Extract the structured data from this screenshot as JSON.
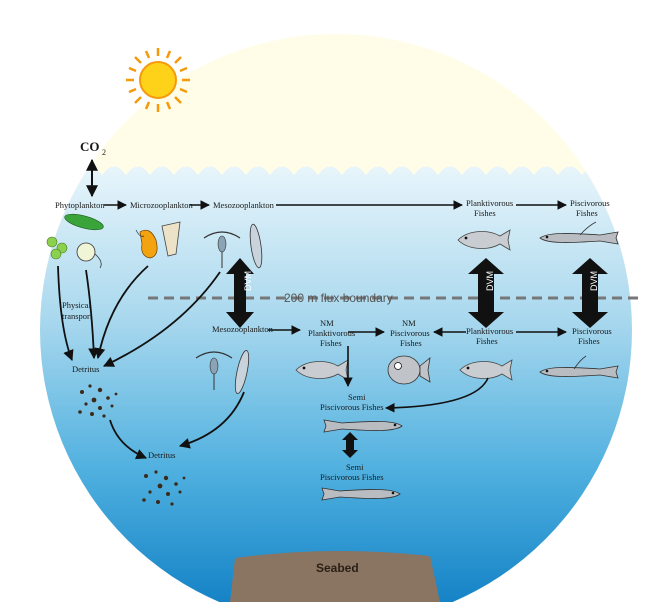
{
  "atmosphere": {
    "co2": "CO",
    "co2_sub": "2"
  },
  "boundary": {
    "label": "200 m flux boundary"
  },
  "surface": {
    "phytoplankton": "Phytoplankton",
    "microzooplankton": "Microzooplankton",
    "mesozooplankton": "Mesozooplankton",
    "planktivorous_1": "Planktivorous",
    "planktivorous_2": "Fishes",
    "piscivorous_1": "Piscivorous",
    "piscivorous_2": "Fishes",
    "physical_1": "Physical",
    "physical_2": "transport",
    "detritus": "Detritus"
  },
  "deep": {
    "mesozooplankton": "Mesozooplankton",
    "nm_planktivorous_1": "NM",
    "nm_planktivorous_2": "Planktivorous",
    "nm_planktivorous_3": "Fishes",
    "nm_piscivorous_1": "NM",
    "nm_piscivorous_2": "Piscivorous",
    "nm_piscivorous_3": "Fishes",
    "planktivorous_1": "Planktivorous",
    "planktivorous_2": "Fishes",
    "piscivorous_1": "Piscivorous",
    "piscivorous_2": "Fishes",
    "semi_upper_1": "Semi",
    "semi_upper_2": "Piscivorous Fishes",
    "semi_lower_1": "Semi",
    "semi_lower_2": "Piscivorous Fishes",
    "detritus": "Detritus"
  },
  "dvm": {
    "label": "DVM"
  },
  "seabed": {
    "label": "Seabed"
  },
  "colors": {
    "sky": "#fffde8",
    "water_top": "#dff1fa",
    "water_bottom": "#1a8fd0",
    "sun": "#ffd21a",
    "sun_ray": "#f59a0a",
    "boundary": "#777777",
    "seabed": "#8a7462"
  }
}
